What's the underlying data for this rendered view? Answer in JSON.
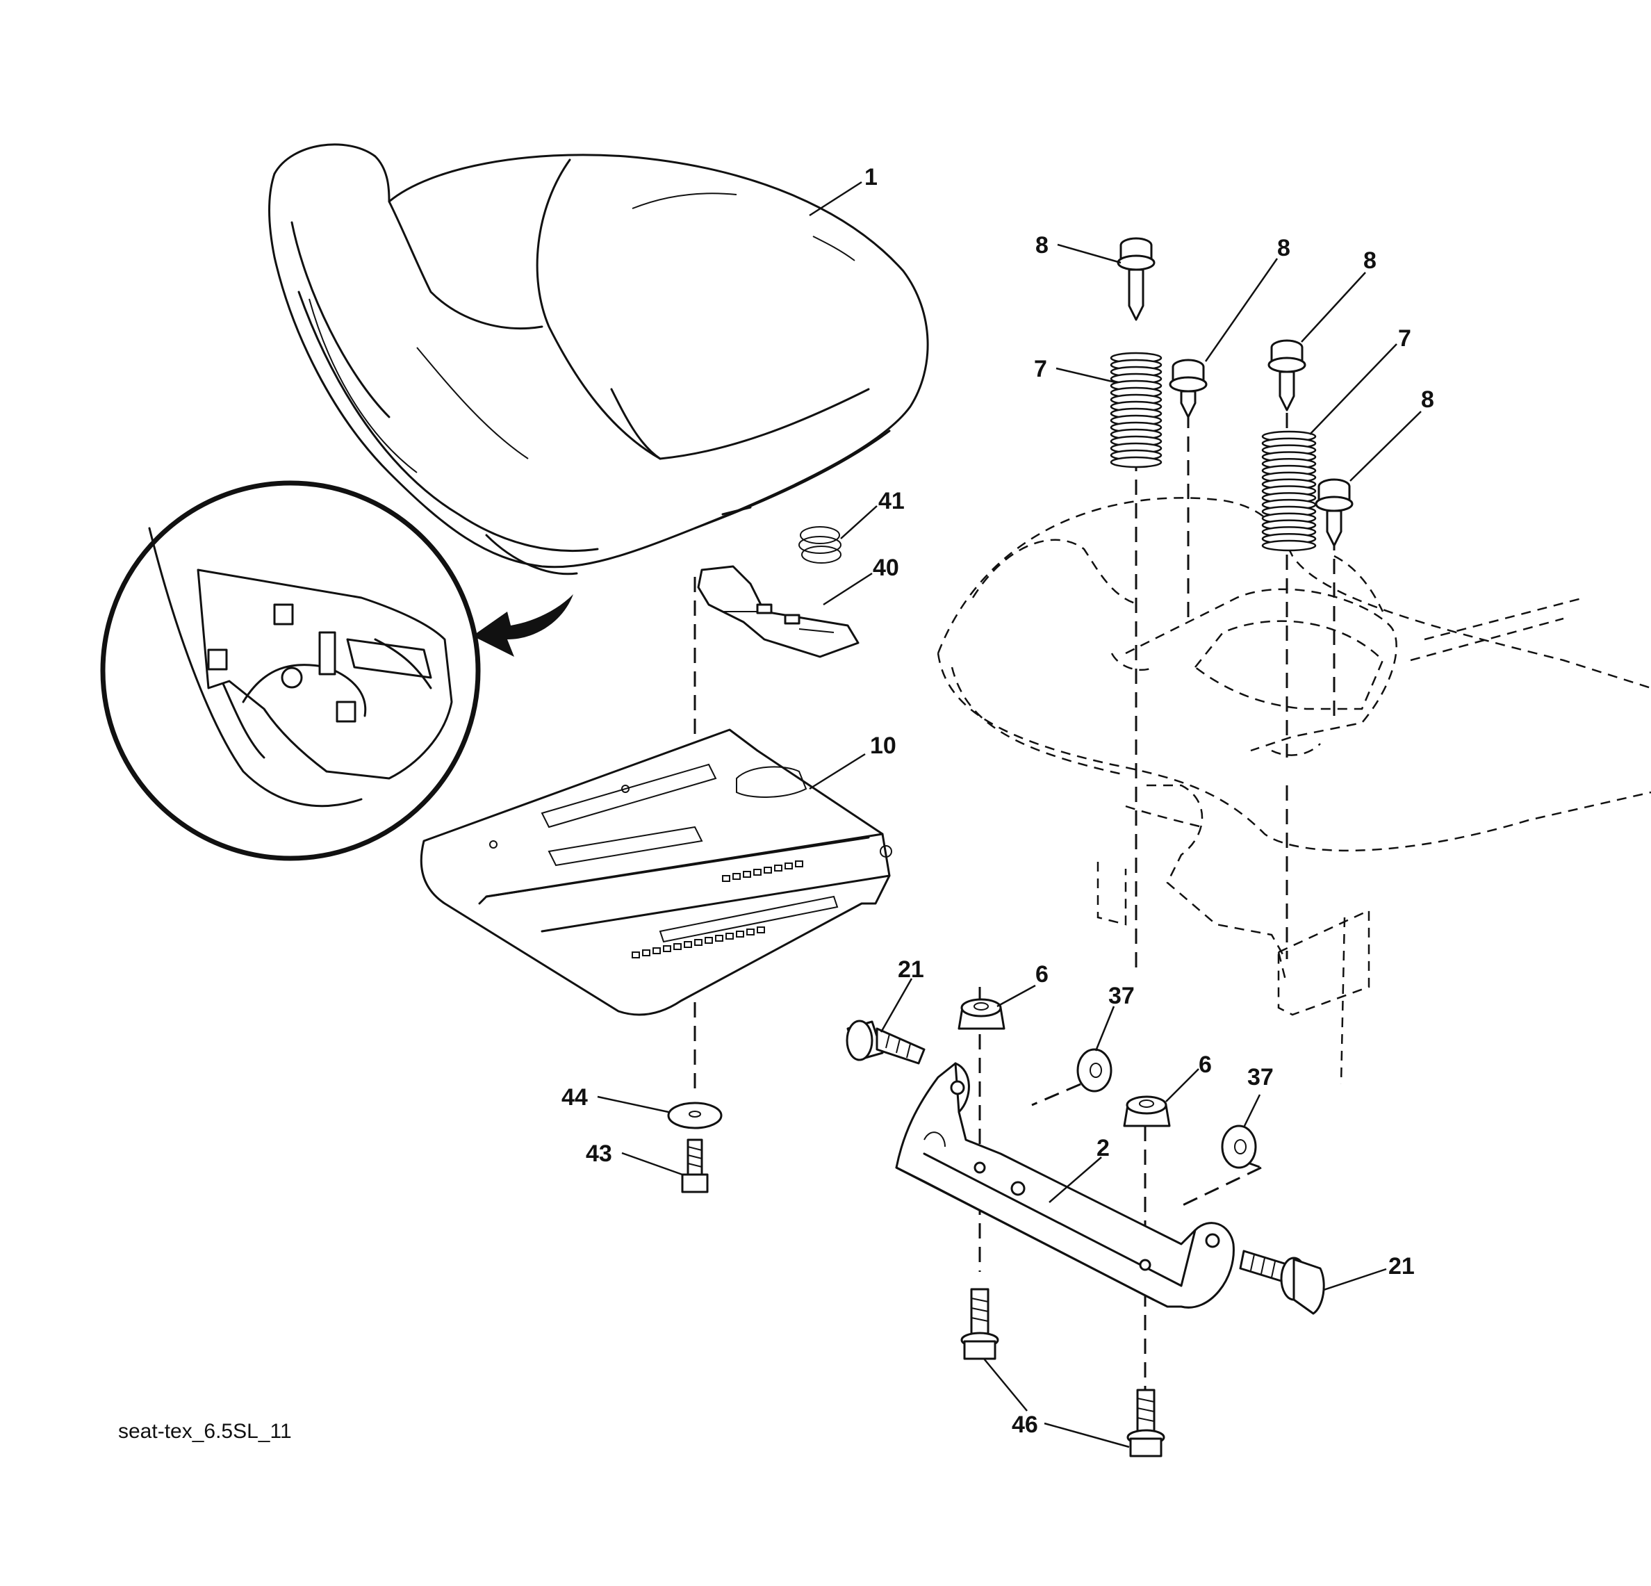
{
  "diagram": {
    "caption": "seat-tex_6.5SL_11",
    "callouts": [
      {
        "id": "seat",
        "label": "1"
      },
      {
        "id": "screw-8-a",
        "label": "8"
      },
      {
        "id": "screw-8-b",
        "label": "8"
      },
      {
        "id": "screw-8-c",
        "label": "8"
      },
      {
        "id": "screw-8-d",
        "label": "8"
      },
      {
        "id": "spring-7-a",
        "label": "7"
      },
      {
        "id": "spring-7-b",
        "label": "7"
      },
      {
        "id": "spring-41",
        "label": "41"
      },
      {
        "id": "clip-40",
        "label": "40"
      },
      {
        "id": "seat-pan-10",
        "label": "10"
      },
      {
        "id": "bolt-21-a",
        "label": "21"
      },
      {
        "id": "nut-6-a",
        "label": "6"
      },
      {
        "id": "washer-37-a",
        "label": "37"
      },
      {
        "id": "nut-6-b",
        "label": "6"
      },
      {
        "id": "washer-37-b",
        "label": "37"
      },
      {
        "id": "washer-44",
        "label": "44"
      },
      {
        "id": "screw-43",
        "label": "43"
      },
      {
        "id": "bracket-2",
        "label": "2"
      },
      {
        "id": "bolt-21-b",
        "label": "21"
      },
      {
        "id": "bolt-46",
        "label": "46"
      }
    ]
  }
}
